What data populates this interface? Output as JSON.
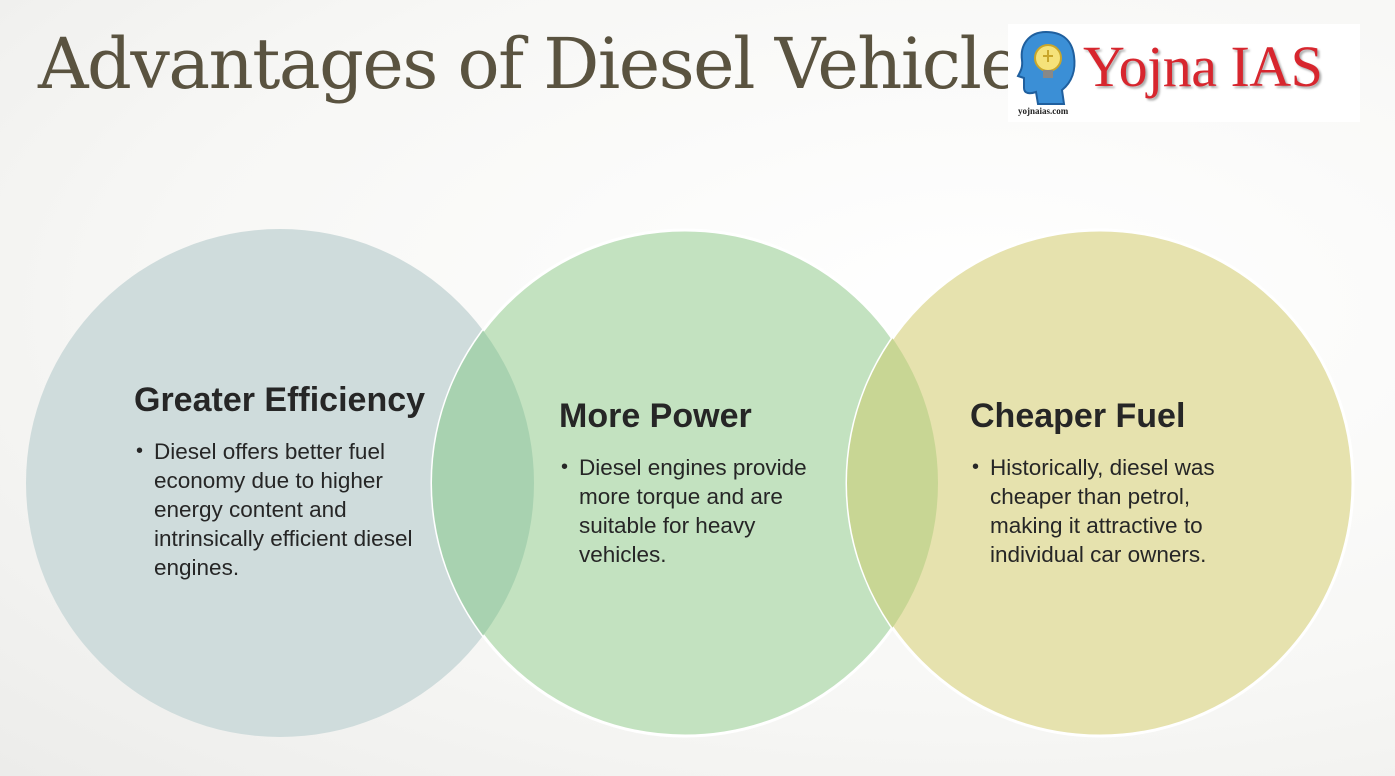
{
  "slide": {
    "title": "Advantages of Diesel Vehicles"
  },
  "logo": {
    "name": "Yojna IAS",
    "url": "yojnaias.com",
    "icon": "head-lightbulb-icon"
  },
  "colors": {
    "title": "#5a5340",
    "circle_1": "#cfdcdc",
    "circle_2": "#c3e2c0",
    "circle_3": "#e6e2ae",
    "overlap_1_2": "#a8d2b0",
    "overlap_2_3": "#c8d694",
    "logo_red": "#d7262e"
  },
  "items": [
    {
      "heading": "Greater Efficiency",
      "bullet": "Diesel offers better fuel economy due to higher energy content and intrinsically efficient diesel engines."
    },
    {
      "heading": "More Power",
      "bullet": "Diesel engines provide more torque and are suitable for heavy vehicles."
    },
    {
      "heading": "Cheaper Fuel",
      "bullet": "Historically, diesel was cheaper than petrol, making it attractive to individual car owners."
    }
  ]
}
